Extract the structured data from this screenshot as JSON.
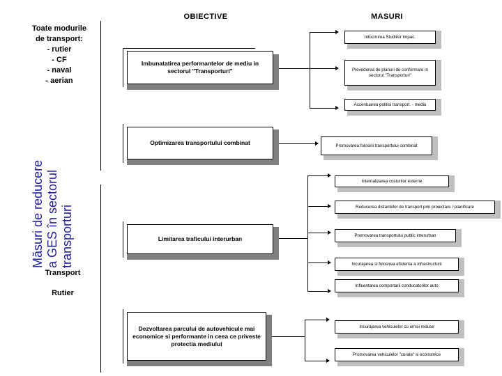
{
  "slide": {
    "title_vertical": "Măsuri de reducere\na GES în sectorul\ntransporturi",
    "sub_label_1": "Transport",
    "sub_label_2": "Rutier"
  },
  "columns": {
    "objectives_header": "OBIECTIVE",
    "measures_header": "MASURI"
  },
  "modes": {
    "heading_line1": "Toate modurile",
    "heading_line2": "de transport:",
    "items": [
      "- rutier",
      "- CF",
      "- naval",
      "- aerian"
    ]
  },
  "objectives": [
    {
      "id": "obj-1",
      "label": "Imbunatatirea performantelor de mediu in sectorul \"Transporturi\""
    },
    {
      "id": "obj-2",
      "label": "Optimizarea transportului combinat"
    },
    {
      "id": "obj-3",
      "label": "Limitarea traficului interurban"
    },
    {
      "id": "obj-4",
      "label": "Dezvoltarea parcului de autovehicule mai economice si performante in ceea ce priveste protectia mediului"
    }
  ],
  "measures": {
    "group_1": [
      "Intocmirea Studiilor Impac.",
      "Prevederea de planuri de conformare in sectorul \"Transporturi\"",
      "Accentuarea politisi transport. - mediu"
    ],
    "group_2": [
      "Promovarea folosirii transportului combinat"
    ],
    "group_3": [
      "Internalizarea costurilor externe",
      "Reducerea distantelor de transport prin proiectare / planificare",
      "Promovarea transportului public interurban",
      "Incurajarea si folosirea eficienta a infrastructurii",
      "Influentarea comportarii conducatorilor auto"
    ],
    "group_4": [
      "Incurajarea vehiculelor cu emsii reduse",
      "Promovarea vehiculelor \"curate\" si economice"
    ]
  },
  "colors": {
    "accent_text": "#1f1fa0",
    "shadow_dark": "#808080",
    "shadow_light": "#bfbfbf",
    "background": "#ffffff",
    "line": "#000000"
  }
}
